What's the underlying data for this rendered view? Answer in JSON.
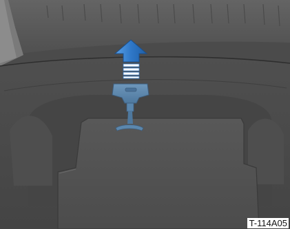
{
  "figure": {
    "reference_code": "T-114A05",
    "arrow_direction": "up",
    "colors": {
      "arrow_blue": "#2f78c8",
      "handle_blue": "#5b87ad",
      "panel_gray": "#4a4a4a",
      "upper_gray": "#5b5b5b"
    },
    "icons": [
      "up-arrow-icon",
      "pull-handle-strap"
    ]
  }
}
